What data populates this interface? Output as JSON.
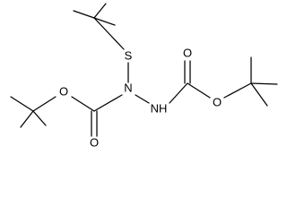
{
  "molecule": {
    "atoms": {
      "sulfur": "S",
      "nitrogen_substituted": "N",
      "nitrogen_nh": "NH",
      "oxygen_ester_left": "O",
      "oxygen_carbonyl_left": "O",
      "oxygen_ester_right": "O",
      "oxygen_carbonyl_right": "O"
    }
  }
}
